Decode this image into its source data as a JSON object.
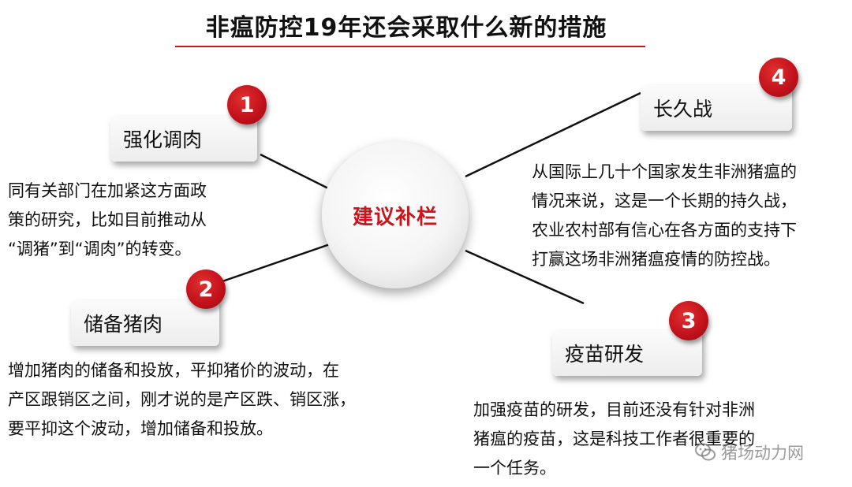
{
  "title": "非瘟防控19年还会采取什么新的措施",
  "center": {
    "label": "建议补栏"
  },
  "nodes": [
    {
      "num": "1",
      "label": "强化调肉",
      "desc": [
        "同有关部门在加紧这方面政",
        "策的研究，比如目前推动从",
        "“调猪”到“调肉”的转变。"
      ]
    },
    {
      "num": "2",
      "label": "储备猪肉",
      "desc": [
        "增加猪肉的储备和投放，平抑猪价的波动，在",
        "产区跟销区之间，刚才说的是产区跌、销区涨，",
        "要平抑这个波动，增加储备和投放。"
      ]
    },
    {
      "num": "3",
      "label": "疫苗研发",
      "desc": [
        "加强疫苗的研发，目前还没有针对非洲",
        "猪瘟的疫苗，这是科技工作者很重要的",
        "一个任务。"
      ]
    },
    {
      "num": "4",
      "label": "长久战",
      "desc": [
        "从国际上几十个国家发生非洲猪瘟的",
        "情况来说，这是一个长期的持久战，",
        "农业农村部有信心在各方面的支持下",
        "打赢这场非洲猪瘟疫情的防控战。"
      ]
    }
  ],
  "watermark": {
    "text": "猪场动力网",
    "icon": "wechat-icon"
  },
  "colors": {
    "accent": "#c8161d",
    "badge": "#c0101a"
  }
}
